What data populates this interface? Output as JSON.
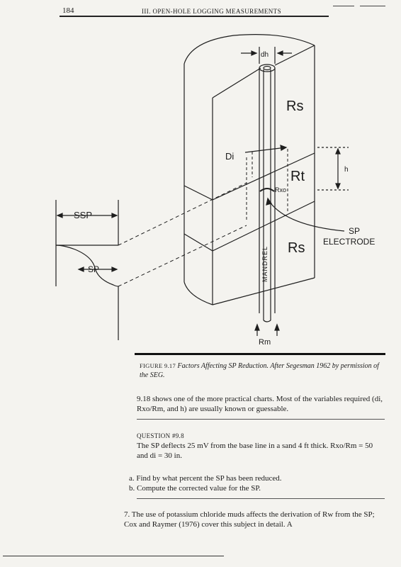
{
  "header": {
    "page_number": "184",
    "running_title": "III. OPEN-HOLE LOGGING MEASUREMENTS"
  },
  "figure": {
    "labels": {
      "dh": "dh",
      "rs_top": "Rs",
      "di": "Di",
      "rt": "Rt",
      "h": "h",
      "rxo": "Rxo",
      "ssp": "SSP",
      "sp_curve": "SP",
      "sp": "SP",
      "electrode": "ELECTRODE",
      "rs_bottom": "Rs",
      "mandrel": "MANDREL",
      "rm": "Rm"
    }
  },
  "caption": {
    "label": "FIGURE 9.17",
    "text": "Factors Affecting SP Reduction. After Segesman 1962 by permission of the SEG."
  },
  "paragraph_1": "9.18 shows one of the more practical charts. Most of the variables required (di, Rxo/Rm, and h) are usually known or guessable.",
  "question": {
    "heading": "QUESTION #9.8",
    "text": "The SP deflects 25 mV from the base line in a sand 4 ft thick. Rxo/Rm = 50 and di = 30 in.",
    "items": [
      "a. Find by what percent the SP has been reduced.",
      "b. Compute the corrected value for the SP."
    ]
  },
  "paragraph_7": "7. The use of potassium chloride muds affects the derivation of Rw from the SP; Cox and Raymer (1976) cover this subject in detail. A"
}
